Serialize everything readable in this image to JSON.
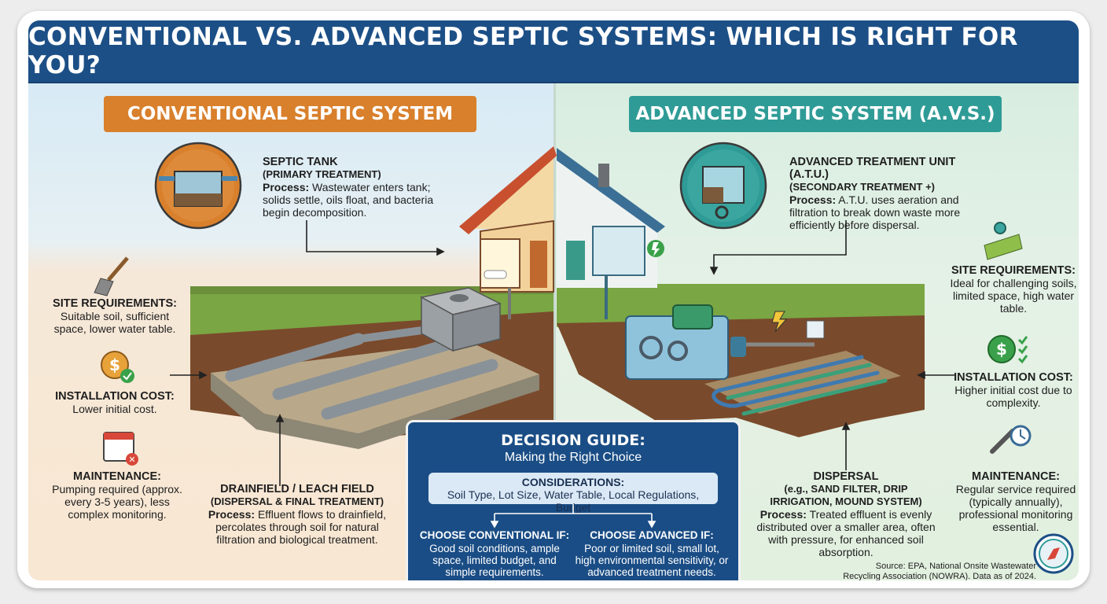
{
  "title": "CONVENTIONAL VS. ADVANCED SEPTIC SYSTEMS: WHICH IS RIGHT FOR YOU?",
  "left": {
    "banner": "CONVENTIONAL SEPTIC SYSTEM",
    "tank": {
      "heading": "SEPTIC TANK",
      "sub": "(PRIMARY TREATMENT)",
      "process_label": "Process:",
      "process_text": "Wastewater enters tank; solids settle, oils float, and bacteria begin decomposition."
    },
    "site": {
      "heading": "SITE REQUIREMENTS:",
      "text": "Suitable soil, sufficient space, lower water table."
    },
    "cost": {
      "heading": "INSTALLATION COST:",
      "text": "Lower initial cost."
    },
    "maint": {
      "heading": "MAINTENANCE:",
      "text": "Pumping required (approx. every 3-5 years), less complex monitoring."
    },
    "drain": {
      "heading": "DRAINFIELD / LEACH FIELD",
      "sub": "(DISPERSAL & FINAL TREATMENT)",
      "process_label": "Process:",
      "process_text": "Effluent flows to drainfield, percolates through soil for natural filtration and biological treatment."
    }
  },
  "right": {
    "banner": "ADVANCED SEPTIC SYSTEM (A.V.S.)",
    "atu": {
      "heading": "ADVANCED TREATMENT UNIT (A.T.U.)",
      "sub": "(SECONDARY TREATMENT +)",
      "process_label": "Process:",
      "process_text": "A.T.U. uses aeration and filtration to break down waste more efficiently before dispersal."
    },
    "site": {
      "heading": "SITE REQUIREMENTS:",
      "text": "Ideal for challenging soils, limited space, high water table."
    },
    "cost": {
      "heading": "INSTALLATION COST:",
      "text": "Higher initial cost due to complexity."
    },
    "maint": {
      "heading": "MAINTENANCE:",
      "text": "Regular service required (typically annually), professional monitoring essential."
    },
    "dispersal": {
      "heading": "DISPERSAL",
      "sub": "(e.g., SAND FILTER, DRIP IRRIGATION, MOUND SYSTEM)",
      "process_label": "Process:",
      "process_text": "Treated effluent is evenly distributed over a smaller area, often with pressure, for enhanced soil absorption."
    },
    "source": "Source: EPA, National Onsite Wastewater Recycling Association (NOWRA). Data as of 2024."
  },
  "decision": {
    "title": "DECISION GUIDE:",
    "subtitle": "Making the Right Choice",
    "considerations_label": "CONSIDERATIONS:",
    "considerations_text": "Soil Type, Lot Size, Water Table, Local Regulations, Budget",
    "conventional": {
      "heading": "CHOOSE CONVENTIONAL IF:",
      "text": "Good soil conditions, ample space, limited budget, and simple requirements."
    },
    "advanced": {
      "heading": "CHOOSE ADVANCED IF:",
      "text": "Poor or limited soil, small lot, high environmental sensitivity, or advanced treatment needs."
    }
  },
  "colors": {
    "title_bar": "#1c4f86",
    "conventional_accent": "#d9802c",
    "advanced_accent": "#2f9b96",
    "decision_box": "#1a4d85"
  }
}
